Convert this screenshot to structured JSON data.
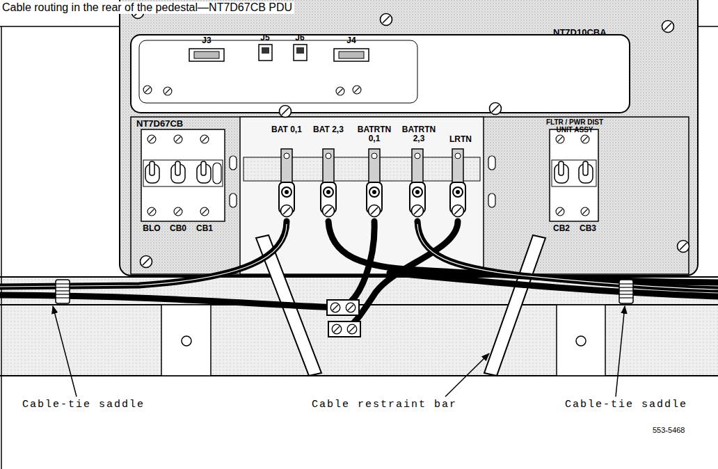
{
  "diagram": {
    "title": "Cable routing in the rear of the pedestal—NT7D67CB PDU",
    "labels": [
      "NT7D10CBA",
      "J3",
      "J5",
      "J6",
      "J4",
      "NT7D67CB",
      "BAT 0,1",
      "BAT 2,3",
      "BATRTN 0,1",
      "BATRTN 2,3",
      "LRTN",
      "FLTR / PWR DIST UNIT ASSY",
      "BLO",
      "CB0",
      "CB1",
      "CB2",
      "CB3",
      "Cable-tie saddle",
      "Cable restraint bar",
      "Cable-tie saddle",
      "553-5468"
    ]
  }
}
